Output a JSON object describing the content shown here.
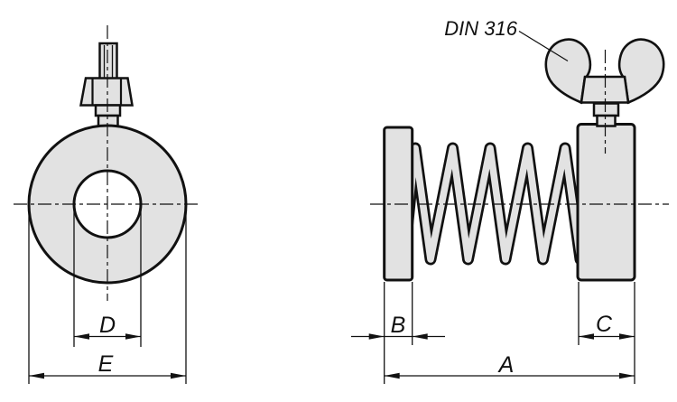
{
  "annotation": {
    "wing_nut_standard": "DIN 316"
  },
  "dimension_labels": {
    "a": "A",
    "b": "B",
    "c": "C",
    "d": "D",
    "e": "E"
  },
  "colors": {
    "part_fill": "#e2e2e2",
    "line_color": "#111111",
    "background": "#ffffff"
  }
}
